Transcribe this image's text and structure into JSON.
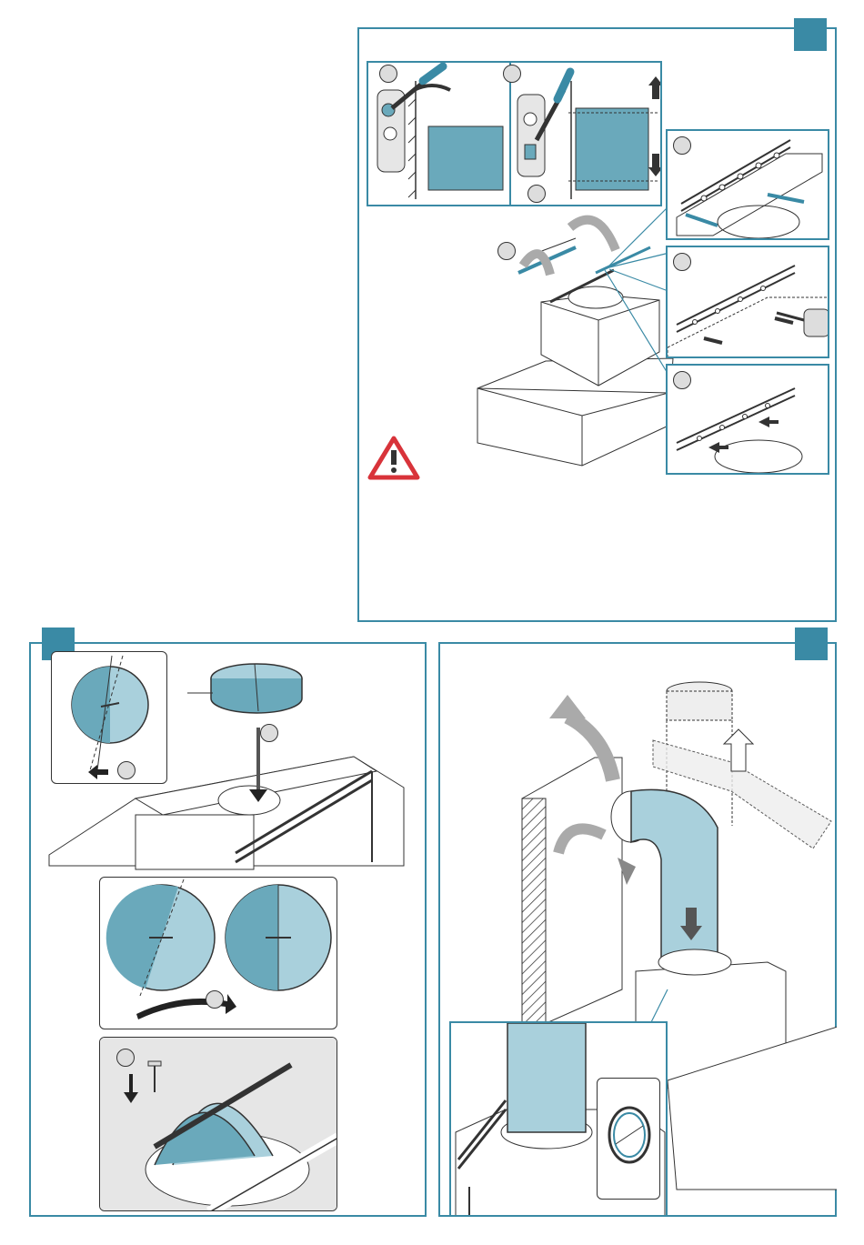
{
  "colors": {
    "accent": "#3a8aa5",
    "fill_light": "#a9d0dc",
    "fill_mid": "#6aa9bb",
    "line": "#333333",
    "warning": "#d8333a"
  },
  "icons": {
    "warning": "warning-triangle-icon",
    "arrow": "arrow-icon",
    "screwdriver": "screwdriver-icon",
    "drill": "drill-icon",
    "screw": "screw-icon"
  },
  "panels": [
    {
      "id": "top-right",
      "steps": 6
    },
    {
      "id": "bottom-left",
      "steps": 3
    },
    {
      "id": "bottom-right",
      "steps": 0
    }
  ]
}
